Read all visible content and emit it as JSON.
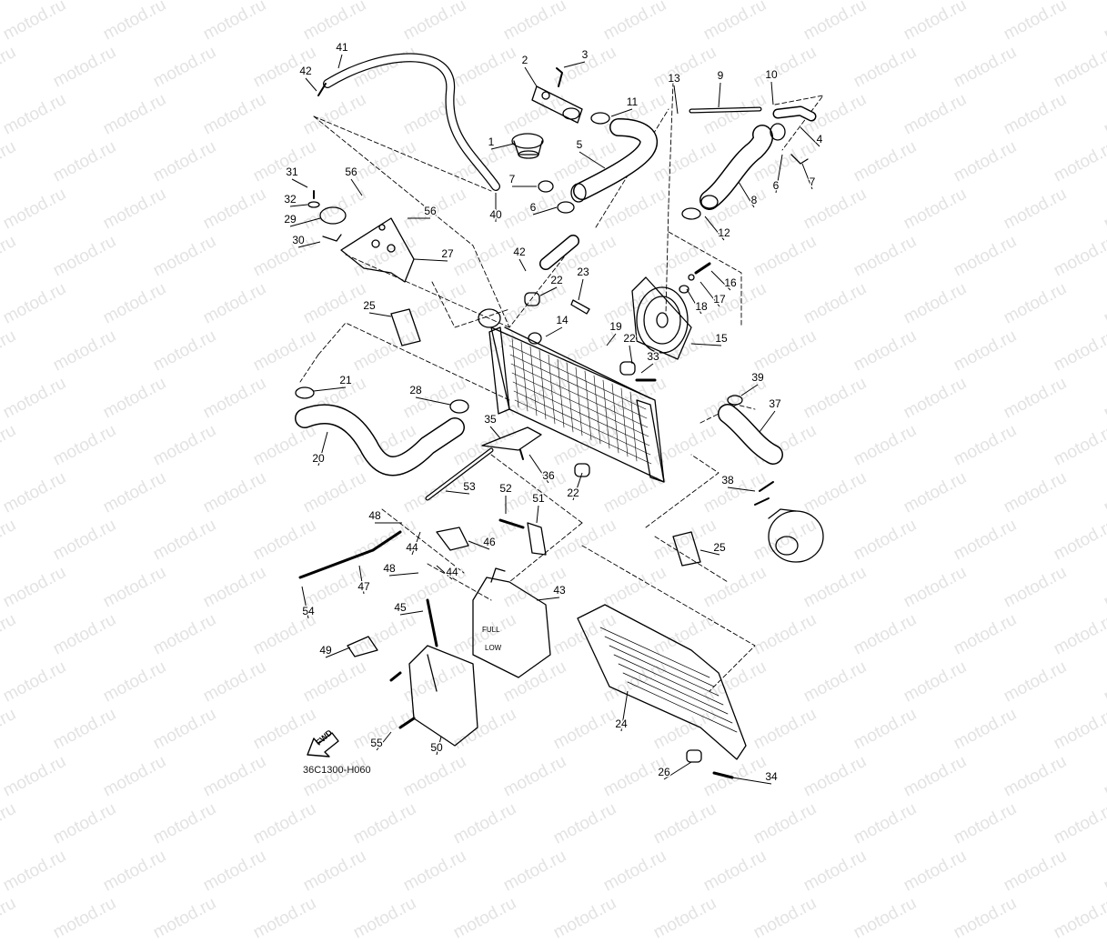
{
  "watermark": "motod.ru",
  "diagram_code": "36C1300-H060",
  "fwd_label": "FWD",
  "callouts": [
    {
      "label": "41"
    },
    {
      "label": "42"
    },
    {
      "label": "2"
    },
    {
      "label": "3"
    },
    {
      "label": "11"
    },
    {
      "label": "1"
    },
    {
      "label": "5"
    },
    {
      "label": "7"
    },
    {
      "label": "6"
    },
    {
      "label": "40"
    },
    {
      "label": "13"
    },
    {
      "label": "9"
    },
    {
      "label": "10"
    },
    {
      "label": "4"
    },
    {
      "label": "6"
    },
    {
      "label": "7"
    },
    {
      "label": "8"
    },
    {
      "label": "12"
    },
    {
      "label": "31"
    },
    {
      "label": "56"
    },
    {
      "label": "32"
    },
    {
      "label": "29"
    },
    {
      "label": "56"
    },
    {
      "label": "30"
    },
    {
      "label": "27"
    },
    {
      "label": "42"
    },
    {
      "label": "23"
    },
    {
      "label": "22"
    },
    {
      "label": "16"
    },
    {
      "label": "17"
    },
    {
      "label": "18"
    },
    {
      "label": "25"
    },
    {
      "label": "14"
    },
    {
      "label": "19"
    },
    {
      "label": "22"
    },
    {
      "label": "15"
    },
    {
      "label": "33"
    },
    {
      "label": "21"
    },
    {
      "label": "28"
    },
    {
      "label": "39"
    },
    {
      "label": "37"
    },
    {
      "label": "35"
    },
    {
      "label": "20"
    },
    {
      "label": "36"
    },
    {
      "label": "22"
    },
    {
      "label": "38"
    },
    {
      "label": "53"
    },
    {
      "label": "52"
    },
    {
      "label": "51"
    },
    {
      "label": "48"
    },
    {
      "label": "46"
    },
    {
      "label": "44"
    },
    {
      "label": "25"
    },
    {
      "label": "48"
    },
    {
      "label": "44"
    },
    {
      "label": "47"
    },
    {
      "label": "43"
    },
    {
      "label": "54"
    },
    {
      "label": "45"
    },
    {
      "label": "49"
    },
    {
      "label": "24"
    },
    {
      "label": "55"
    },
    {
      "label": "50"
    },
    {
      "label": "26"
    },
    {
      "label": "34"
    }
  ]
}
